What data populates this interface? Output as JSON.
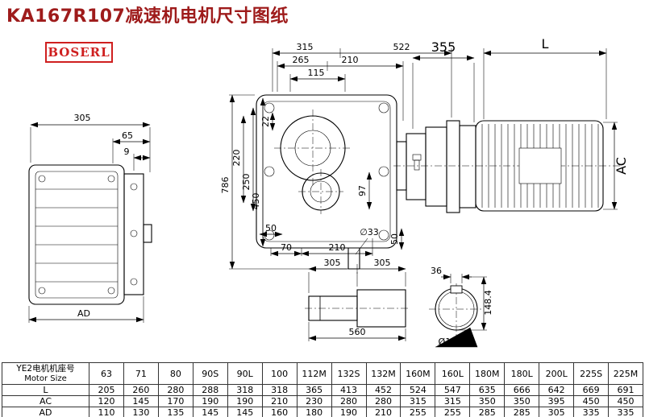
{
  "page": {
    "title": "KA167R107减速机电机尺寸图纸",
    "brand": "BOSERL"
  },
  "dims": {
    "side": {
      "total": "305",
      "flange": "65",
      "step": "9",
      "ad": "AD"
    },
    "front": {
      "w315": "315",
      "w522": "522",
      "w265": "265",
      "w210": "210",
      "w115": "115",
      "h22": "22",
      "h220": "220",
      "h250": "250",
      "h450": "450",
      "h786": "786",
      "h97": "97",
      "b50l": "50",
      "b70": "70",
      "b210": "210",
      "dia33": "∅33",
      "b50r": "50"
    },
    "motor": {
      "w355": "355",
      "len": "L",
      "ac": "AC"
    },
    "shaft": {
      "s305a": "305",
      "s305b": "305",
      "s560": "560"
    },
    "end": {
      "key36": "36",
      "h1484": "148.4",
      "dia140": "Ø140H7"
    }
  },
  "table": {
    "header_cn": "YE2电机机座号",
    "header_en": "Motor Size",
    "sizes": [
      "63",
      "71",
      "80",
      "90S",
      "90L",
      "100",
      "112M",
      "132S",
      "132M",
      "160M",
      "160L",
      "180M",
      "180L",
      "200L",
      "225S",
      "225M"
    ],
    "rows": [
      {
        "label": "L",
        "values": [
          "205",
          "260",
          "280",
          "288",
          "318",
          "318",
          "365",
          "413",
          "452",
          "524",
          "547",
          "635",
          "666",
          "642",
          "669",
          "691"
        ]
      },
      {
        "label": "AC",
        "values": [
          "120",
          "145",
          "170",
          "190",
          "190",
          "210",
          "230",
          "280",
          "280",
          "315",
          "315",
          "350",
          "350",
          "395",
          "450",
          "450"
        ]
      },
      {
        "label": "AD",
        "values": [
          "110",
          "130",
          "135",
          "145",
          "145",
          "160",
          "180",
          "190",
          "210",
          "255",
          "255",
          "285",
          "285",
          "305",
          "335",
          "335"
        ]
      }
    ]
  }
}
